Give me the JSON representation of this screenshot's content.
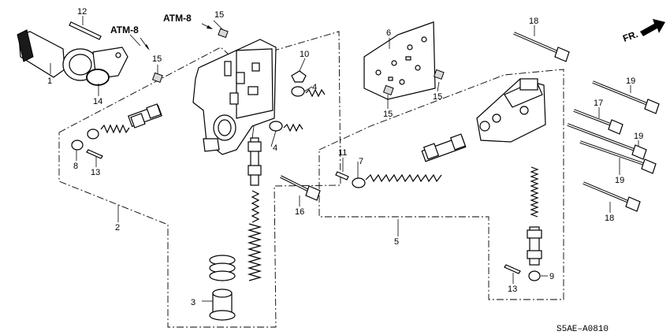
{
  "diagram": {
    "drawing_code": "S5AE–A0810",
    "direction_label": "FR.",
    "ref_labels": [
      "ATM-8",
      "ATM-8"
    ],
    "callouts": [
      "1",
      "2",
      "3",
      "4",
      "4",
      "5",
      "6",
      "7",
      "8",
      "9",
      "10",
      "11",
      "12",
      "13",
      "13",
      "14",
      "15",
      "15",
      "15",
      "15",
      "16",
      "17",
      "18",
      "18",
      "19",
      "19",
      "19"
    ]
  }
}
